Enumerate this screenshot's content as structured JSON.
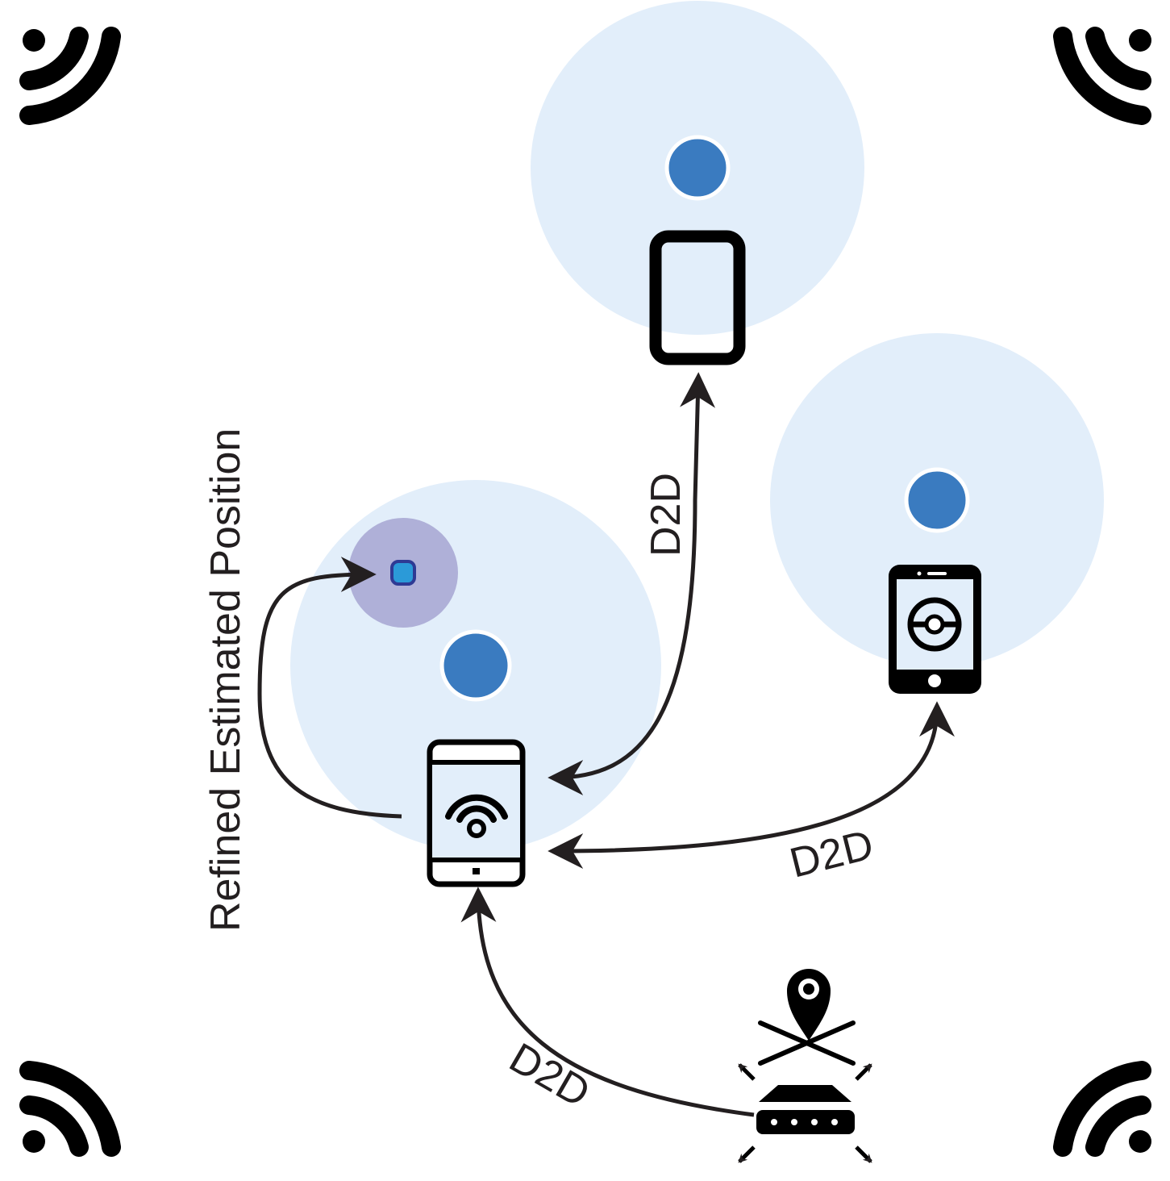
{
  "labels": {
    "refined": "Refined Estimated Position",
    "link_top": "D2D",
    "link_right": "D2D",
    "link_bottom": "D2D"
  },
  "colors": {
    "coverage": "#e2eefa",
    "anchor_dot": "#3a7bc0",
    "refined_zone": "#afb0d8",
    "refined_dot_fill": "#2b9ad8",
    "refined_dot_stroke": "#2e3a94",
    "ink": "#231f20"
  },
  "icons": {
    "beacon_top_left": "wifi-signal-icon",
    "beacon_top_right": "wifi-signal-icon",
    "beacon_bottom_left": "wifi-signal-icon",
    "beacon_bottom_right": "wifi-signal-icon",
    "tablet": "tablet-icon",
    "smartphone": "smartphone-icon",
    "target_device": "phone-wifi-icon",
    "router": "router-icon",
    "crossed_location": "location-pin-icon"
  }
}
